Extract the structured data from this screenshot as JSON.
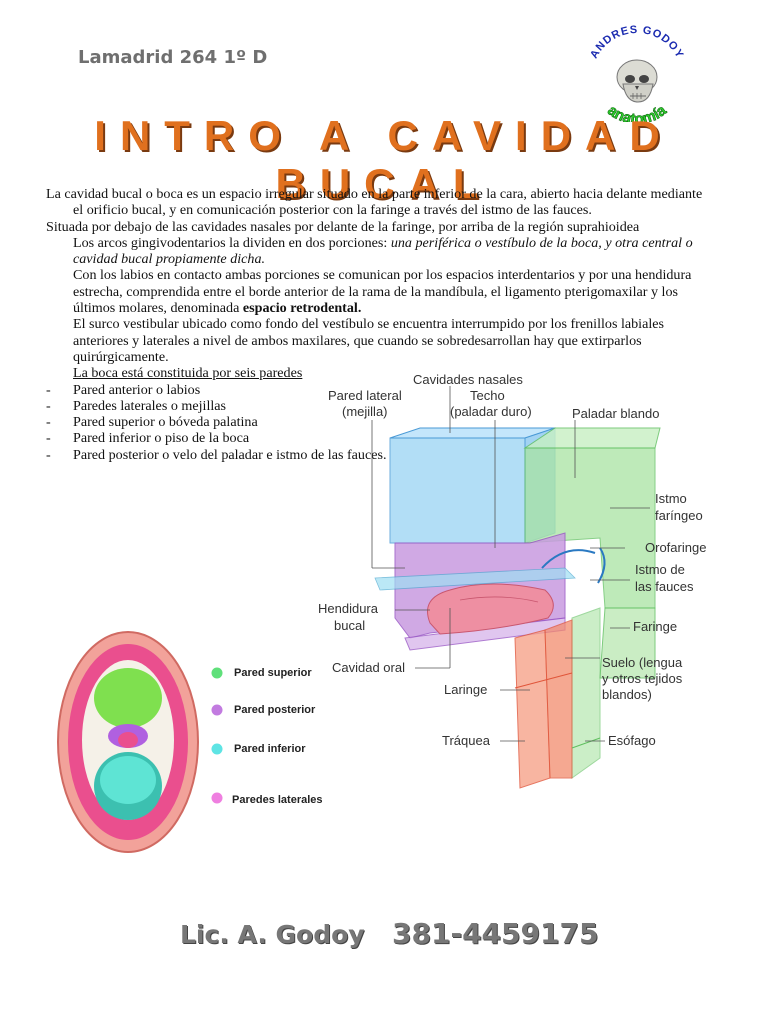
{
  "header": {
    "address": "Lamadrid 264  1º D",
    "logo_top": "ANDRES GODOY",
    "logo_bottom": "anatomía",
    "title": "INTRO A CAVIDAD BUCAL"
  },
  "body": {
    "p1": "La cavidad bucal o boca es un espacio irregular situado en la parte inferior de la cara, abierto hacia delante mediante el orificio bucal, y en comunicación posterior con la faringe a través del istmo de las fauces.",
    "p2": "Situada por debajo de las cavidades nasales por delante de la faringe, por arriba de la región suprahioidea",
    "p3_plain": "Los arcos gingivodentarios la dividen en dos porciones: ",
    "p3_italic": "una periférica o vestíbulo de la boca, y otra central o cavidad bucal propiamente dicha.",
    "p4_plain": "Con los labios en contacto ambas porciones se comunican por los espacios interdentarios y por una hendidura estrecha, comprendida entre el borde anterior de la rama de la mandíbula, el ligamento pterigomaxilar y los últimos molares, denominada ",
    "p4_bold": "espacio retrodental.",
    "p5": "El surco vestibular ubicado como fondo del vestíbulo se encuentra interrumpido por los frenillos labiales anteriores y laterales a nivel de ambos maxilares, que cuando se sobredesarrollan hay que extirparlos quirúrgicamente.",
    "walls_title": "La boca está constituida por seis paredes",
    "walls": [
      "Pared anterior o labios",
      "Paredes laterales o mejillas",
      "Pared superior o bóveda palatina",
      "Pared inferior o piso de la boca",
      "Pared  posterior o velo del paladar e istmo de las fauces."
    ]
  },
  "diagram": {
    "labels": {
      "lateral": [
        "Pared lateral",
        "(mejilla)"
      ],
      "nasal": "Cavidades nasales",
      "techo": [
        "Techo",
        "(paladar duro)"
      ],
      "soft": "Paladar blando",
      "istmo_f": [
        "Istmo",
        "faríngeo"
      ],
      "orofaringe": "Orofaringe",
      "istmo_fauces": [
        "Istmo de",
        "las fauces"
      ],
      "hendidura": [
        "Hendidura",
        "bucal"
      ],
      "faringe": "Faringe",
      "cavidad": "Cavidad oral",
      "suelo": [
        "Suelo (lengua",
        "y otros tejidos",
        "blandos)"
      ],
      "laringe": "Laringe",
      "traquea": "Tráquea",
      "esofago": "Esófago"
    }
  },
  "legend": {
    "items": [
      {
        "label": "Pared superior",
        "color": "#5fe07a"
      },
      {
        "label": "Pared posterior",
        "color": "#c27be0"
      },
      {
        "label": "Pared inferior",
        "color": "#5ee4e4"
      },
      {
        "label": "Paredes laterales",
        "color": "#ef7fe0"
      }
    ]
  },
  "footer": {
    "name": "Lic. A. Godoy",
    "phone": "381-4459175"
  }
}
